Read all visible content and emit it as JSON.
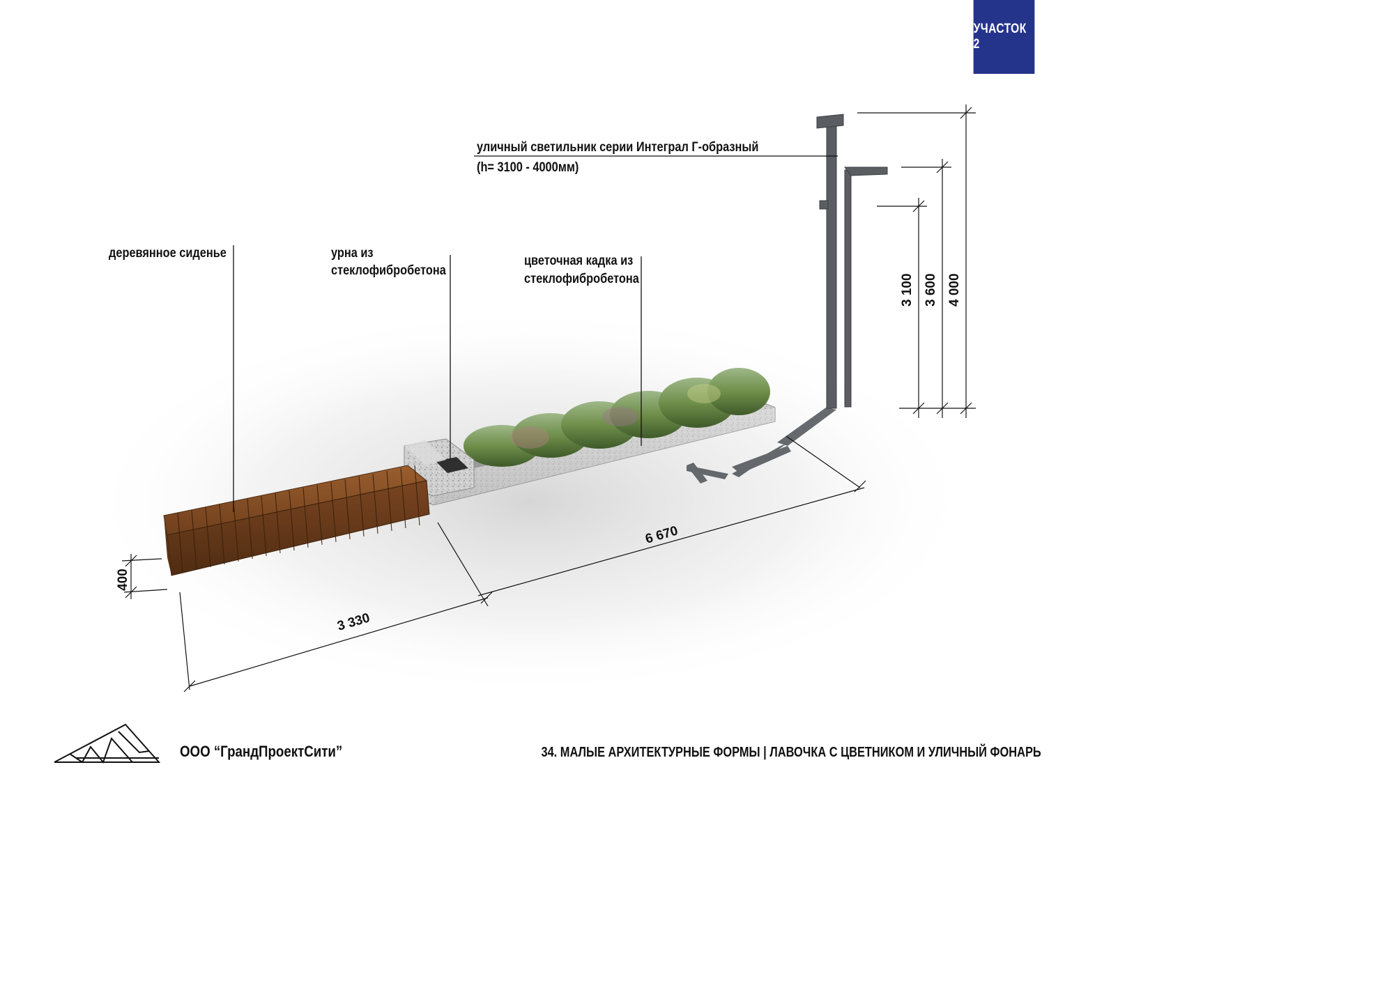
{
  "badge": {
    "text": "УЧАСТОК 2"
  },
  "labels": {
    "lamp_line1": "уличный светильник серии Интеграл Г-образный",
    "lamp_line2": "(h= 3100 - 4000мм)",
    "seat": "деревянное сиденье",
    "urn_line1": "урна из",
    "urn_line2": "стеклофибробетона",
    "planter_line1": "цветочная кадка из",
    "planter_line2": "стеклофибробетона"
  },
  "dimensions": {
    "height_bench": "400",
    "length_bench": "3 330",
    "length_total": "6 670",
    "lamp_h1": "3 100",
    "lamp_h2": "3 600",
    "lamp_h3": "4 000"
  },
  "footer": {
    "company": "ООО “ГрандПроектСити”",
    "title": "34. МАЛЫЕ АРХИТЕКТУРНЫЕ ФОРМЫ | ЛАВОЧКА С ЦВЕТНИКОМ И УЛИЧНЫЙ ФОНАРЬ"
  },
  "colors": {
    "badge": "#25348b",
    "wood": "#8a5228",
    "concrete": "#c9c9c9",
    "lamp": "#5a5e63"
  }
}
